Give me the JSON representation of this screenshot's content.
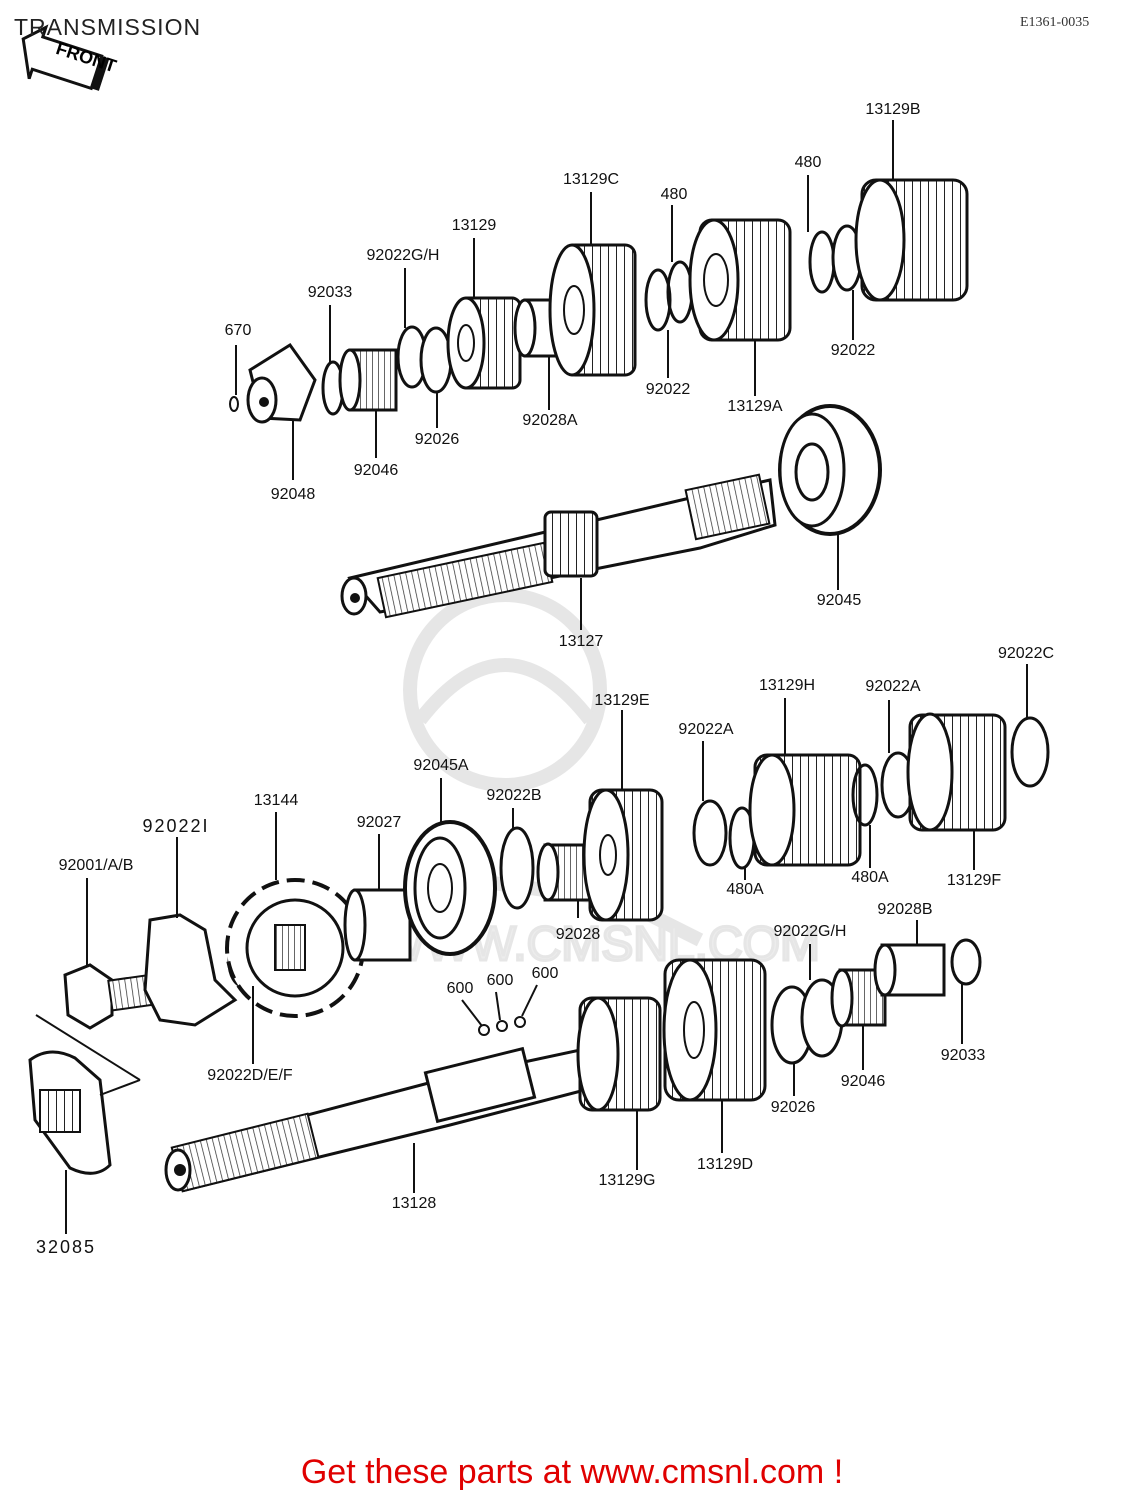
{
  "header": {
    "title": "TRANSMISSION",
    "code": "E1361-0035",
    "front_label": "FRONT"
  },
  "footer": {
    "cta": "Get these parts at www.cmsnl.com !"
  },
  "parts": [
    {
      "id": "p1",
      "label": "670"
    },
    {
      "id": "p2",
      "label": "92048"
    },
    {
      "id": "p3",
      "label": "92033"
    },
    {
      "id": "p4",
      "label": "92046"
    },
    {
      "id": "p5",
      "label": "92022G/H"
    },
    {
      "id": "p6",
      "label": "92026"
    },
    {
      "id": "p7",
      "label": "13129"
    },
    {
      "id": "p8",
      "label": "92028A"
    },
    {
      "id": "p9",
      "label": "13129C"
    },
    {
      "id": "p10",
      "label": "480"
    },
    {
      "id": "p11",
      "label": "92022"
    },
    {
      "id": "p12",
      "label": "13129A"
    },
    {
      "id": "p13",
      "label": "480"
    },
    {
      "id": "p14",
      "label": "13129B"
    },
    {
      "id": "p15",
      "label": "92022"
    },
    {
      "id": "p16",
      "label": "92045"
    },
    {
      "id": "p17",
      "label": "13127"
    },
    {
      "id": "p18",
      "label": "92022C"
    },
    {
      "id": "p19",
      "label": "13129H"
    },
    {
      "id": "p20",
      "label": "92022A"
    },
    {
      "id": "p21",
      "label": "13129E"
    },
    {
      "id": "p22",
      "label": "92022A"
    },
    {
      "id": "p23",
      "label": "92045A"
    },
    {
      "id": "p24",
      "label": "92022B"
    },
    {
      "id": "p25",
      "label": "92027"
    },
    {
      "id": "p26",
      "label": "13144"
    },
    {
      "id": "p27",
      "label": "92022I"
    },
    {
      "id": "p28",
      "label": "92001/A/B"
    },
    {
      "id": "p29",
      "label": "480A"
    },
    {
      "id": "p30",
      "label": "480A"
    },
    {
      "id": "p31",
      "label": "13129F"
    },
    {
      "id": "p32",
      "label": "92028"
    },
    {
      "id": "p33",
      "label": "92022G/H"
    },
    {
      "id": "p34",
      "label": "92028B"
    },
    {
      "id": "p35",
      "label": "600"
    },
    {
      "id": "p36",
      "label": "600"
    },
    {
      "id": "p37",
      "label": "600"
    },
    {
      "id": "p38",
      "label": "92022D/E/F"
    },
    {
      "id": "p39",
      "label": "92046"
    },
    {
      "id": "p40",
      "label": "92033"
    },
    {
      "id": "p41",
      "label": "92026"
    },
    {
      "id": "p42",
      "label": "13129G"
    },
    {
      "id": "p43",
      "label": "13129D"
    },
    {
      "id": "p44",
      "label": "13128"
    },
    {
      "id": "p45",
      "label": "32085"
    }
  ]
}
